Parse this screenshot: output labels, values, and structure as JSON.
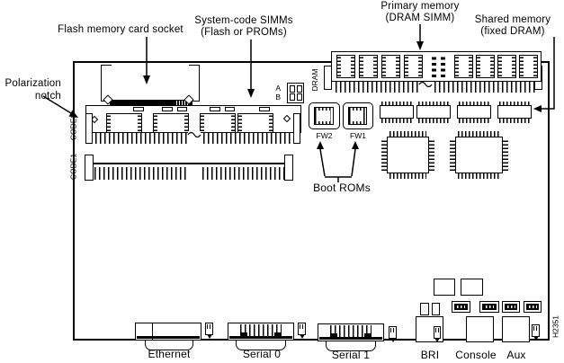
{
  "figure": {
    "colors": {
      "line": "#000000",
      "background": "#ffffff"
    },
    "callouts": {
      "flash_socket": "Flash memory card socket",
      "system_code_line1": "System-code SIMMs",
      "system_code_line2": "(Flash or PROMs)",
      "primary_line1": "Primary memory",
      "primary_line2": "(DRAM SIMM)",
      "shared_line1": "Shared memory",
      "shared_line2": "(fixed DRAM)",
      "polarization_line1": "Polarization",
      "polarization_line2": "notch",
      "boot_roms": "Boot ROMs"
    },
    "board_labels": {
      "code0": "CODE0",
      "code1": "CODE1",
      "dram": "DRAM",
      "fw2": "FW2",
      "fw1": "FW1",
      "jumper_a": "A",
      "jumper_b": "B"
    },
    "ports": {
      "ethernet": "Ethernet",
      "serial0": "Serial 0",
      "serial1": "Serial 1",
      "bri": "BRI",
      "console": "Console",
      "aux": "Aux"
    },
    "figure_id": "H2351"
  }
}
